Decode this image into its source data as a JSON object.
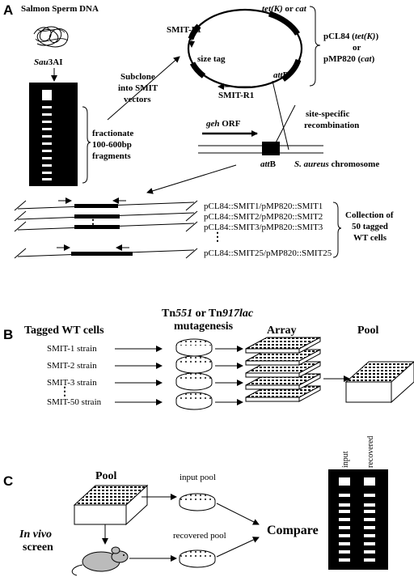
{
  "panels": {
    "a": {
      "letter": "A"
    },
    "b": {
      "letter": "B"
    },
    "c": {
      "letter": "C"
    }
  },
  "panel_a": {
    "source_label": "Salmon Sperm DNA",
    "enzyme_label_italic": "Sau",
    "enzyme_label_rest": "3AI",
    "fractionate_lines": [
      "fractionate",
      "100-600bp",
      "fragments"
    ],
    "subclone_lines": [
      "Subclone",
      "into SMIT",
      "vectors"
    ],
    "plasmid": {
      "primer_f": "SMIT-F1",
      "primer_r": "SMIT-R1",
      "tet_label_italic": "tet(K)",
      "tet_label_rest": " or ",
      "cat_label_italic": "cat",
      "size_tag": "size tag",
      "attp_italic": "att",
      "attp_rest": "P"
    },
    "vector_names": {
      "line1_rest": "pCL84 (",
      "line1_italic": "tet(K)",
      "line1_close": ")",
      "line2": "or",
      "line3_rest": "pMP820 (",
      "line3_italic": "cat",
      "line3_close": ")"
    },
    "recombination_lines": [
      "site-specific",
      "recombination"
    ],
    "chromosome": {
      "geh_italic": "geh",
      "geh_rest": " ORF",
      "attb_italic": "att",
      "attb_rest": "B",
      "species_italic": "S. aureus",
      "species_rest": " chromosome"
    },
    "constructs": [
      "pCL84::SMIT1/pMP820::SMIT1",
      "pCL84::SMIT2/pMP820::SMIT2",
      "pCL84::SMIT3/pMP820::SMIT3",
      "pCL84::SMIT25/pMP820::SMIT25"
    ],
    "collection_lines": [
      "Collection of",
      "50 tagged",
      "WT cells"
    ]
  },
  "panel_b": {
    "tagged_header": "Tagged WT cells",
    "strains": [
      "SMIT-1 strain",
      "SMIT-2 strain",
      "SMIT-3 strain",
      "SMIT-50 strain"
    ],
    "mutagenesis_tn1": "Tn",
    "mutagenesis_551": "551",
    "mutagenesis_or": " or Tn",
    "mutagenesis_917": "917lac",
    "mutagenesis_line2": "mutagenesis",
    "array_label": "Array",
    "pool_label": "Pool"
  },
  "panel_c": {
    "pool_label": "Pool",
    "input_pool": "input pool",
    "recovered_pool": "recovered pool",
    "invivo_italic": "In vivo",
    "screen": "screen",
    "compare": "Compare",
    "gel_lanes": [
      "input",
      "recovered"
    ]
  }
}
